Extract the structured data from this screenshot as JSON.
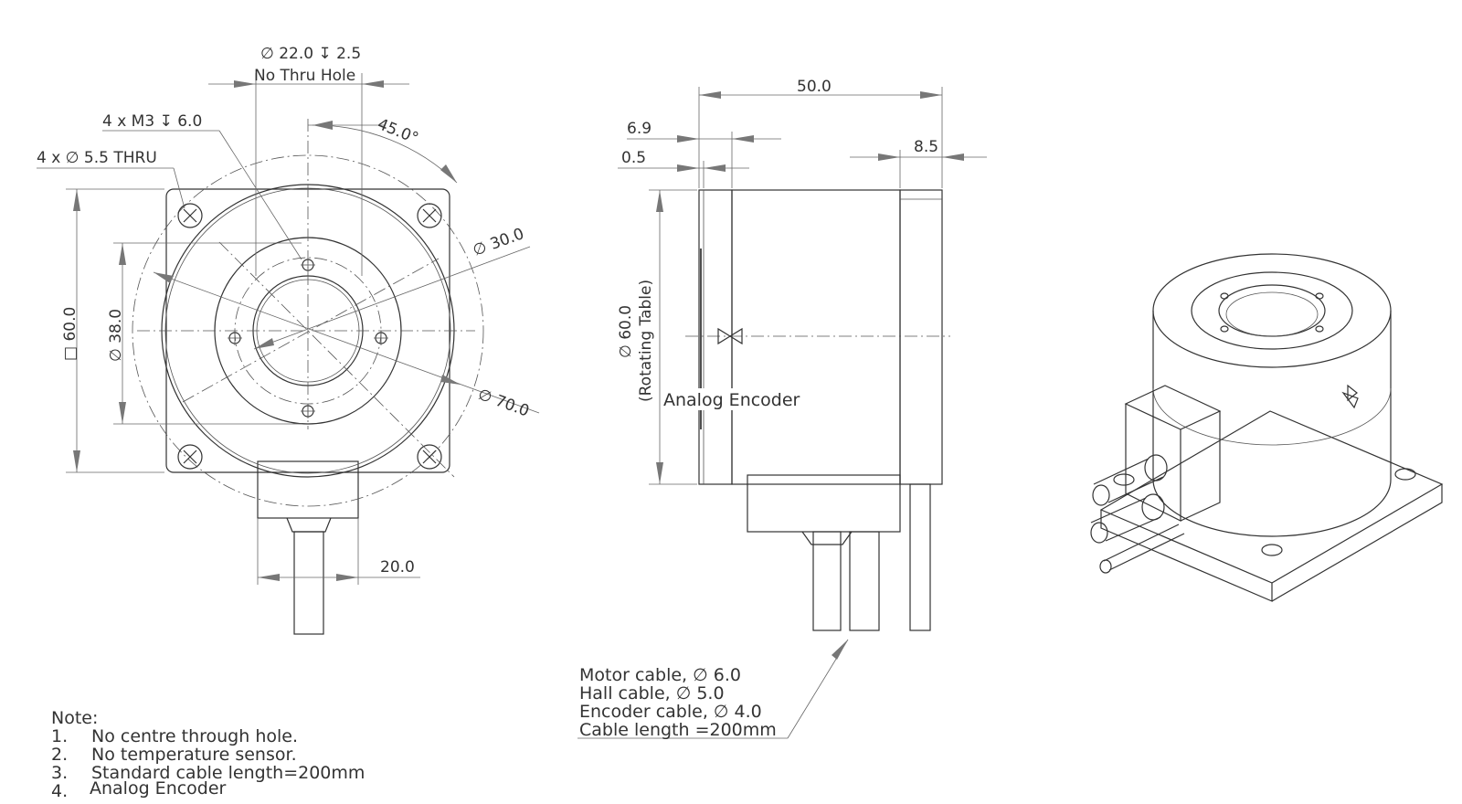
{
  "front_view": {
    "bore_dim": "∅ 22.0 ↧ 2.5",
    "bore_note": "No Thru Hole",
    "tap_holes": "4 x M3 ↧ 6.0",
    "thru_holes": "4 x ∅  5.5 THRU",
    "angle": "45.0°",
    "dia_30": "∅ 30.0",
    "dia_70": "∅ 70.0",
    "square": "□ 60.0",
    "dia_38": "∅ 38.0",
    "width_20": "20.0"
  },
  "side_view": {
    "length_50": "50.0",
    "dim_6_9": "6.9",
    "dim_0_5": "0.5",
    "dim_8_5": "8.5",
    "dia_60": "∅ 60.0",
    "rotating_table": "(Rotating Table)",
    "encoder_label": "Analog Encoder"
  },
  "cables": {
    "lines": [
      "Motor cable, ∅ 6.0",
      "Hall cable, ∅ 5.0",
      "Encoder cable, ∅ 4.0",
      "Cable length =200mm"
    ]
  },
  "notes": {
    "title": "Note:",
    "items": [
      {
        "num": "1.",
        "text": "No centre through hole."
      },
      {
        "num": "2.",
        "text": "No temperature sensor."
      },
      {
        "num": "3.",
        "text": "Standard cable length=200mm"
      },
      {
        "num": "4.",
        "text": "Analog Encoder"
      }
    ]
  }
}
